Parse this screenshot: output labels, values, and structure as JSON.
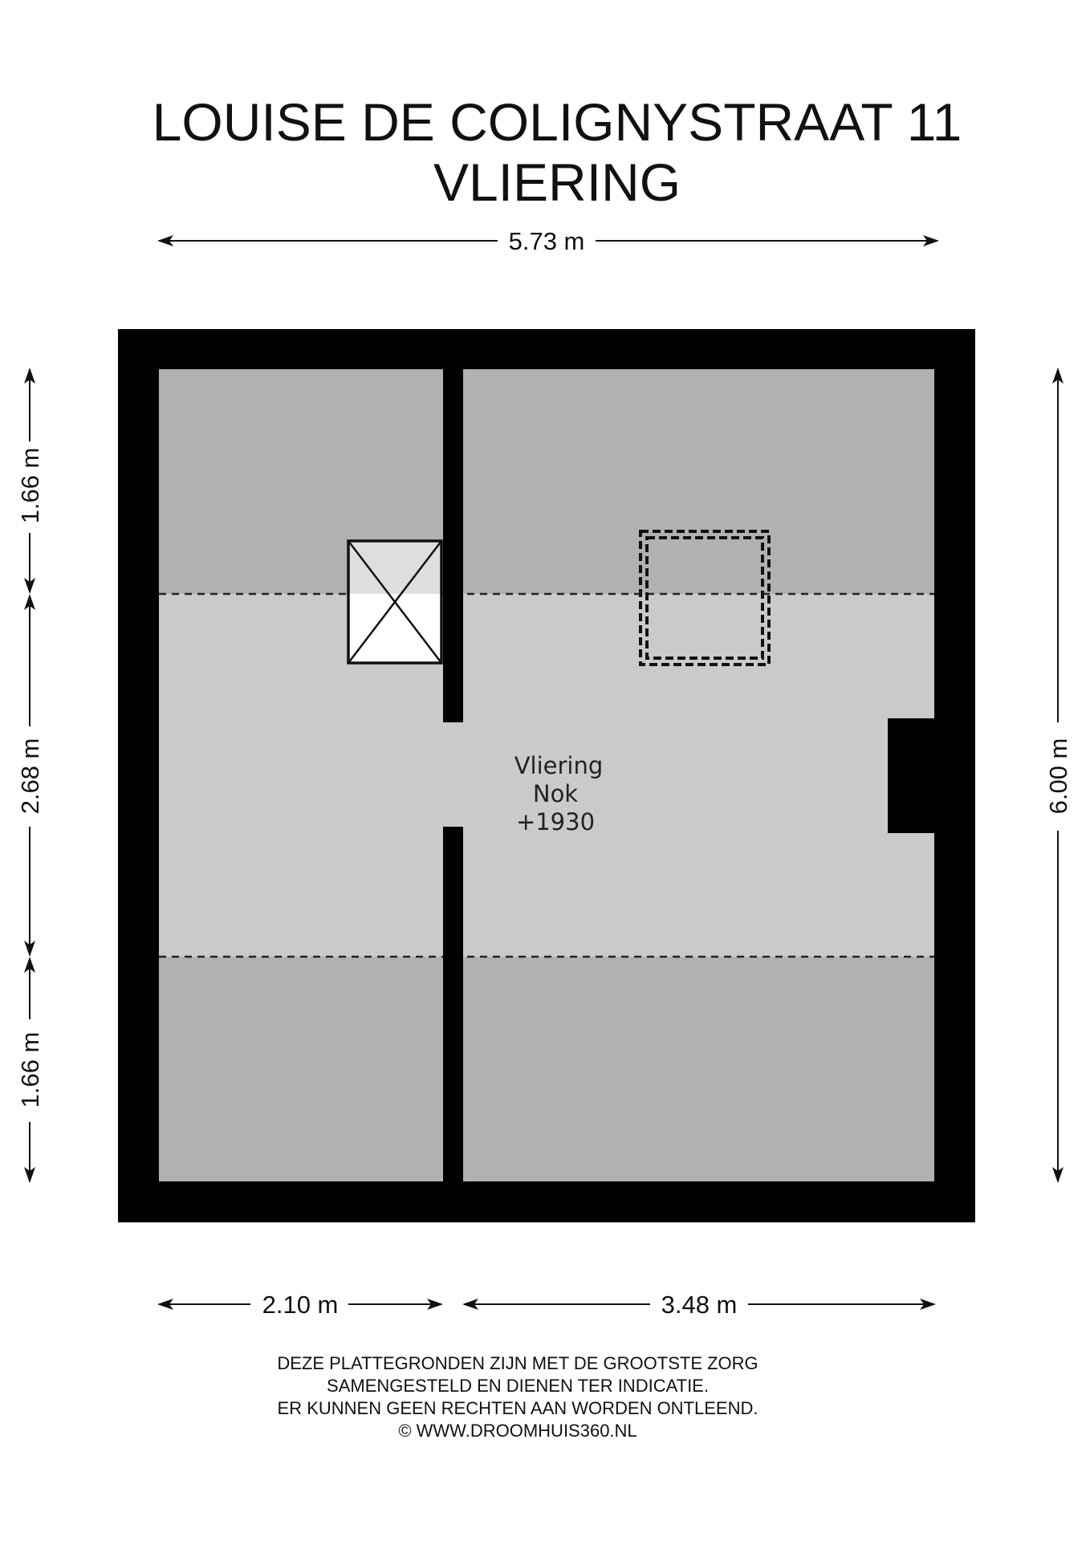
{
  "title": {
    "line1": "LOUISE DE COLIGNYSTRAAT 11",
    "line2": "VLIERING"
  },
  "dimensions": {
    "top_width": "5.73 m",
    "bottom_left": "2.10 m",
    "bottom_right": "3.48 m",
    "left_top": "1.66 m",
    "left_middle": "2.68 m",
    "left_bottom": "1.66 m",
    "right_height": "6.00 m"
  },
  "room": {
    "name": "Vliering",
    "ridge_label": "Nok",
    "ridge_height": "+1930"
  },
  "disclaimer": {
    "line1": "DEZE PLATTEGRONDEN ZIJN MET DE GROOTSTE ZORG",
    "line2": "SAMENGESTELD EN DIENEN TER INDICATIE.",
    "line3": "ER KUNNEN GEEN RECHTEN AAN WORDEN ONTLEEND.",
    "line4": "© WWW.DROOMHUIS360.NL"
  },
  "colors": {
    "wall": "#000000",
    "low_ceiling_zone": "#b1b1b1",
    "full_height_zone": "#cacaca",
    "stair_opening": "#ffffff",
    "stair_upper": "#dedede"
  }
}
